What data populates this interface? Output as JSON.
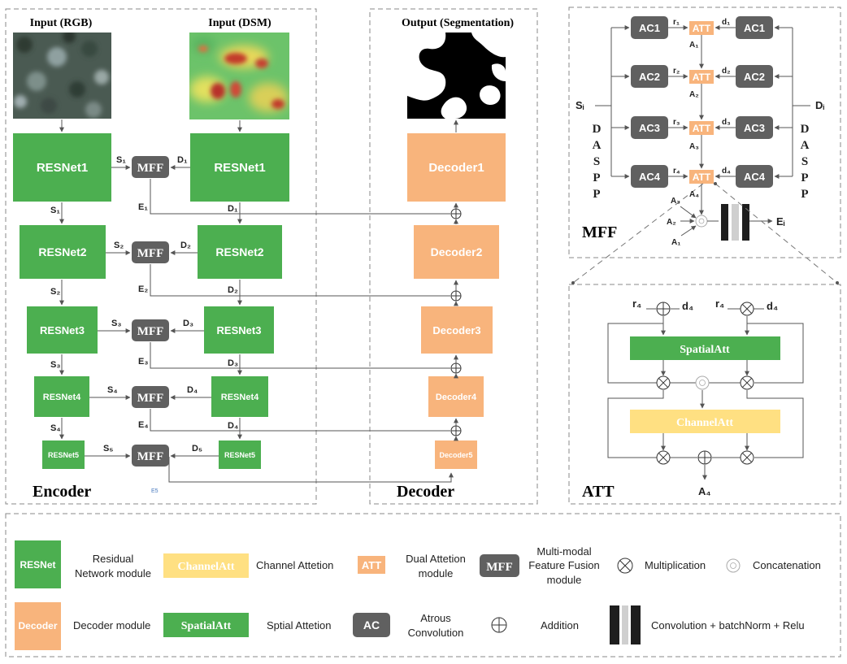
{
  "encoder": {
    "title": "Encoder",
    "input_rgb": "Input (RGB)",
    "input_dsm": "Input (DSM)",
    "rgb_blocks": [
      "RESNet1",
      "RESNet2",
      "RESNet3",
      "RESNet4",
      "RESNet5"
    ],
    "dsm_blocks": [
      "RESNet1",
      "RESNet2",
      "RESNet3",
      "RESNet4",
      "RESNet5"
    ],
    "mff": "MFF",
    "s_labels": [
      "S₁",
      "S₂",
      "S₃",
      "S₄",
      "S₅"
    ],
    "d_labels": [
      "D₁",
      "D₂",
      "D₃",
      "D₄",
      "D₅"
    ],
    "e_labels": [
      "E₁",
      "E₂",
      "E₃",
      "E₄",
      "E5"
    ]
  },
  "decoder": {
    "title": "Decoder",
    "output": "Output (Segmentation)",
    "blocks": [
      "Decoder1",
      "Decoder2",
      "Decoder3",
      "Decoder4",
      "Decoder5"
    ]
  },
  "mff_panel": {
    "title": "MFF",
    "ac": [
      "AC1",
      "AC2",
      "AC3",
      "AC4"
    ],
    "att": "ATT",
    "r_labels": [
      "r₁",
      "r₂",
      "r₃",
      "r₄"
    ],
    "d_labels": [
      "d₁",
      "d₂",
      "d₃",
      "d₄"
    ],
    "a_labels": [
      "A₁",
      "A₂",
      "A₃"
    ],
    "a4": "A₄",
    "si": "Sᵢ",
    "di": "Dᵢ",
    "daspp": [
      "D",
      "A",
      "S",
      "P",
      "P"
    ],
    "out_a": [
      "A₃",
      "A₂",
      "A₁"
    ],
    "ei": "Eᵢ"
  },
  "att_panel": {
    "title": "ATT",
    "r4": "r₄",
    "d4": "d₄",
    "spatial": "SpatialAtt",
    "channel": "ChannelAtt",
    "a4": "A₄"
  },
  "legend": {
    "resnet_box": "RESNet",
    "resnet_desc": [
      "Residual",
      "Network module"
    ],
    "channel_box": "ChannelAtt",
    "channel_desc": "Channel Attetion",
    "att_box": "ATT",
    "att_desc": [
      "Dual Attetion",
      "module"
    ],
    "mff_box": "MFF",
    "mff_desc": [
      "Multi-modal",
      "Feature Fusion",
      "module"
    ],
    "mult_desc": "Multiplication",
    "concat_desc": "Concatenation",
    "decoder_box": "Decoder",
    "decoder_desc": "Decoder module",
    "spatial_box": "SpatialAtt",
    "spatial_desc": "Sptial Attetion",
    "ac_box": "AC",
    "ac_desc": [
      "Atrous",
      "Convolution"
    ],
    "add_desc": "Addition",
    "conv_desc": "Convolution + batchNorm + Relu"
  },
  "colors": {
    "resnet": "#4caf50",
    "mff": "#606060",
    "decoder": "#f8b47c",
    "att": "#f8b47c",
    "channel": "#ffe082",
    "spatial": "#4caf50"
  }
}
